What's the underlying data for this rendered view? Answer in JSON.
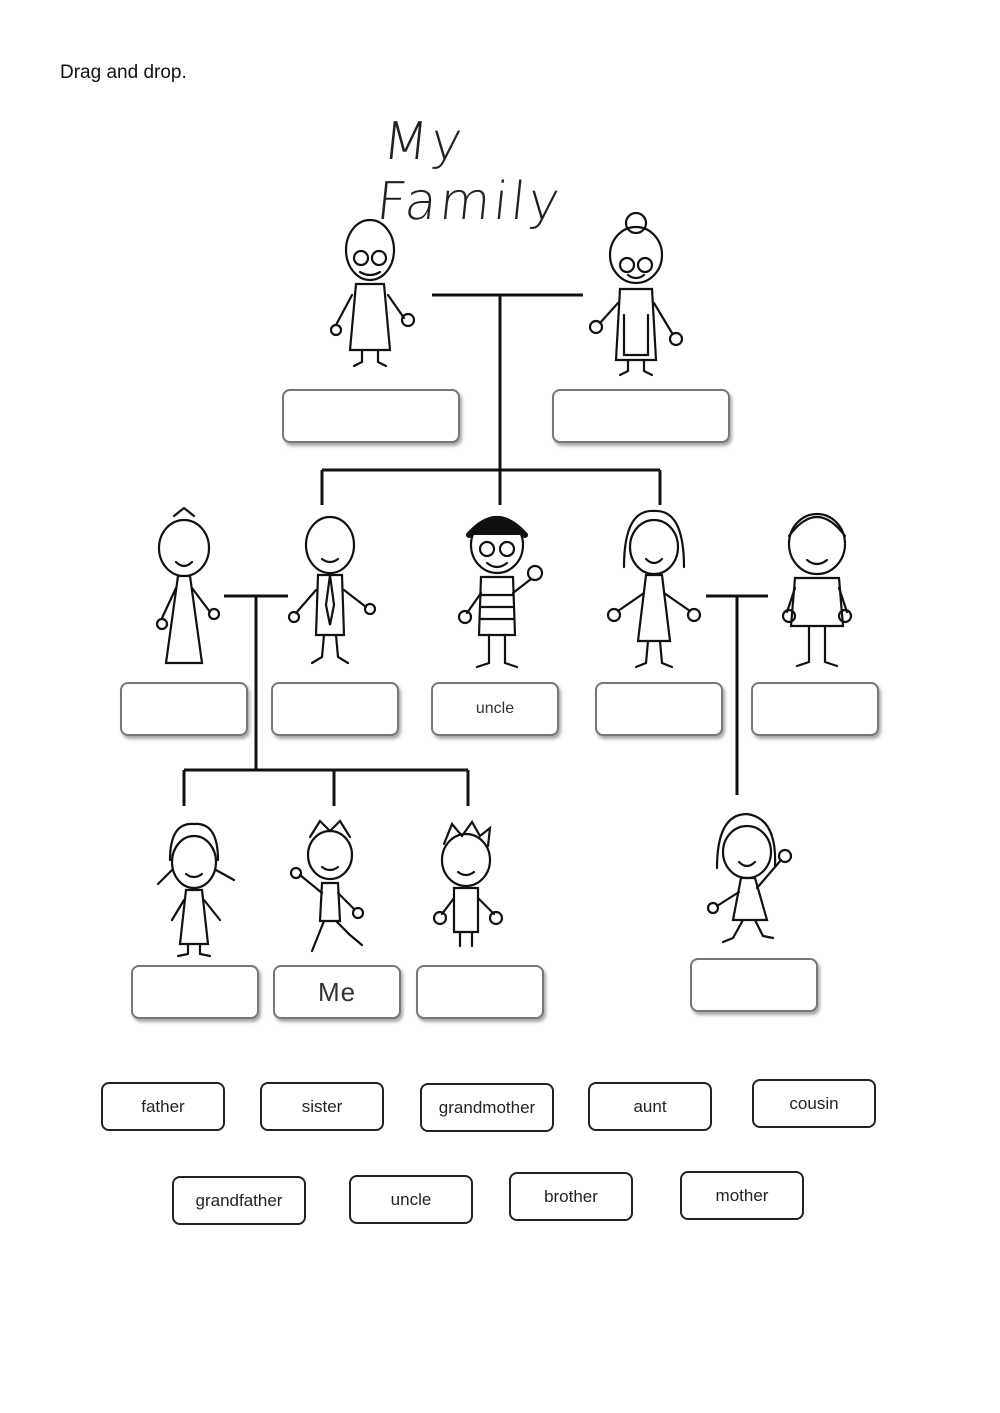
{
  "instruction": "Drag and drop.",
  "title": "My Family",
  "slots": [
    {
      "id": "grandfather-slot",
      "text": ""
    },
    {
      "id": "grandmother-slot",
      "text": ""
    },
    {
      "id": "mother-slot",
      "text": ""
    },
    {
      "id": "father-slot",
      "text": ""
    },
    {
      "id": "uncle-slot",
      "text": "uncle"
    },
    {
      "id": "aunt-slot",
      "text": ""
    },
    {
      "id": "aunts-husband-slot",
      "text": ""
    },
    {
      "id": "sister-slot",
      "text": ""
    },
    {
      "id": "me-slot",
      "text": "Me"
    },
    {
      "id": "brother-slot",
      "text": ""
    },
    {
      "id": "cousin-slot",
      "text": ""
    }
  ],
  "word_bank": {
    "row1": [
      "father",
      "sister",
      "grandmother",
      "aunt",
      "cousin"
    ],
    "row2": [
      "grandfather",
      "uncle",
      "brother",
      "mother"
    ]
  },
  "colors": {
    "line": "#111111",
    "slot_border": "#777777",
    "word_border": "#222222"
  }
}
